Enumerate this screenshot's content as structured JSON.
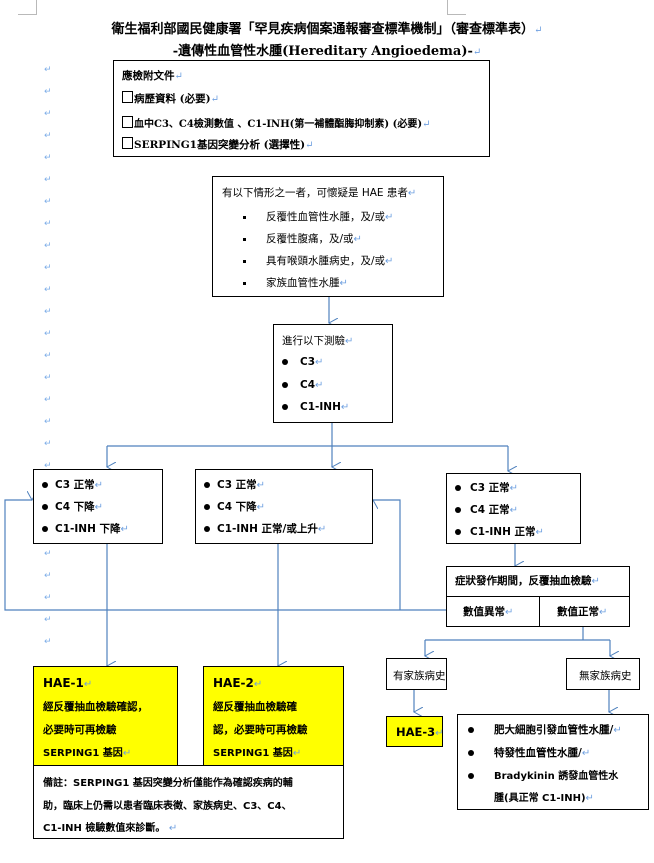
{
  "header": {
    "title_line1": "衛生福利部國民健康署「罕見疾病個案通報審查標準機制」（審查標準表）",
    "title_line2": "-遺傳性血管性水腫(Hereditary Angioedema)-",
    "paragraph_mark": "↵"
  },
  "documents_box": {
    "heading": "應檢附文件",
    "items": [
      {
        "label": "病歷資料 (必要)",
        "checked": false
      },
      {
        "label": "血中C3、C4檢測數值 、C1-INH(第一補體酯脢抑制素) (必要)",
        "checked": false
      },
      {
        "label": "SERPING1基因突變分析 (選擇性)",
        "checked": false
      }
    ]
  },
  "suspect_box": {
    "heading": "有以下情形之一者，可懷疑是 HAE 患者",
    "items": [
      "反覆性血管性水腫，及/或",
      "反覆性腹痛，及/或",
      "具有喉頭水腫病史，及/或",
      "家族血管性水腫"
    ]
  },
  "tests_box": {
    "heading": "進行以下測驗",
    "items": [
      "C3",
      "C4",
      "C1-INH"
    ]
  },
  "result_boxes": [
    {
      "items": [
        "C3 正常",
        "C4 下降",
        "C1-INH  下降"
      ]
    },
    {
      "items": [
        "C3 正常",
        "C4 下降",
        "C1-INH  正常/或上升"
      ]
    },
    {
      "items": [
        "C3 正常",
        "C4 正常",
        "C1-INH  正常"
      ]
    }
  ],
  "repeat_test_box": {
    "heading": "症狀發作期間，反覆抽血檢驗",
    "abnormal": "數值異常",
    "normal": "數值正常"
  },
  "family_history": {
    "yes": "有家族病史",
    "no": "無家族病史"
  },
  "hae_boxes": [
    {
      "title": "HAE-1",
      "lines": [
        "經反覆抽血檢驗確認，",
        "必要時可再檢驗",
        "SERPING1 基因"
      ]
    },
    {
      "title": "HAE-2",
      "lines": [
        "經反覆抽血檢驗確",
        "認，必要時可再檢驗",
        "SERPING1 基因"
      ]
    },
    {
      "title": "HAE-3"
    }
  ],
  "note_box": {
    "lines": [
      "備註：SERPING1 基因突變分析僅能作為確認疾病的輔",
      "助，臨床上仍需以患者臨床表徵、家族病史、C3、C4、",
      "C1-INH 檢驗數值來診斷。"
    ]
  },
  "other_causes_box": {
    "items": [
      "肥大細胞引發血管性水腫/",
      "特發性血管性水腫/",
      "Bradykinin 誘發血管性水",
      "腫(具正常 C1-INH)"
    ]
  },
  "colors": {
    "connector": "#4f81bd",
    "highlight": "#ffff00",
    "paragraph_mark": "#7eaee8"
  }
}
